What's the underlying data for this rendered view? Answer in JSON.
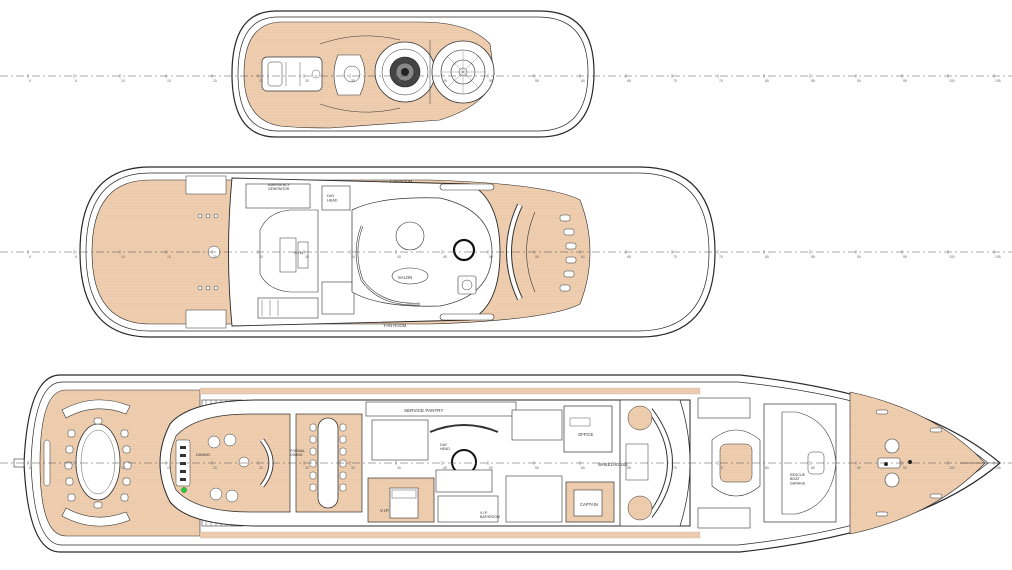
{
  "decks": {
    "sun": {
      "labels": {}
    },
    "upper": {
      "labels": {
        "fan_room_top": "FAN ROOM",
        "fan_room_bottom": "FAN ROOM",
        "emergency_generator": "EMERGENCY\nGENERATOR",
        "day_head": "DAY\nHEAD",
        "gym": "GYM",
        "salon": "SALON"
      }
    },
    "main": {
      "labels": {
        "service_pantry": "SERVICE PANTRY",
        "dining": "DINING",
        "formal_dining": "FORMAL\nDINING",
        "day_head": "DAY\nHEAD",
        "office": "OFFICE",
        "wheelhouse": "WHEELHOUSE",
        "vip": "V.I.P.",
        "vip_bathroom": "V.I.P.\nBATHROOM",
        "captain": "CAPTAIN",
        "rescue_boat_garage": "RESCUE\nBOAT\nGARAGE"
      }
    }
  },
  "frame_ticks": [
    "0",
    "5",
    "10",
    "15",
    "20",
    "25",
    "30",
    "35",
    "40",
    "45",
    "50",
    "55",
    "60",
    "65",
    "70",
    "75",
    "80",
    "85",
    "90",
    "95",
    "100",
    "105"
  ],
  "colors": {
    "deck_fill": "#ecc9a9",
    "wood_line": "#e3b994",
    "outline": "#2a2a2a",
    "centerline": "#555555",
    "accent_dot": "#27c93f"
  }
}
